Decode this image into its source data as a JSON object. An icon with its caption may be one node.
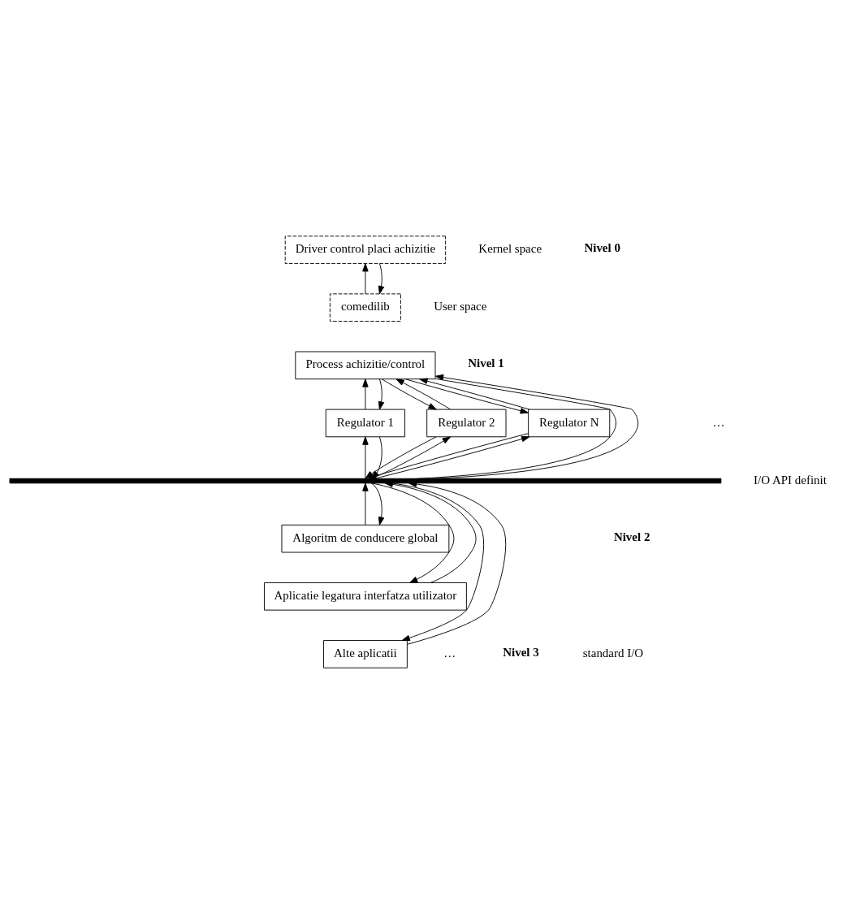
{
  "diagram": {
    "nodes": [
      {
        "text": [
          "Driver control placi achizitie"
        ]
      },
      {
        "text": [
          "comedilib"
        ]
      },
      {
        "text": [
          "Process achizitie/control"
        ]
      },
      {
        "text": [
          "Regulator 1"
        ]
      },
      {
        "text": [
          "Regulator 2"
        ]
      },
      {
        "text": [
          "Regulator N"
        ]
      },
      {
        "text": [],
        "shape": "bar"
      },
      {
        "text": [
          "Algoritm de conducere global"
        ]
      },
      {
        "text": [
          "Aplicatie legatura interfatza utilizator"
        ]
      },
      {
        "text": [
          "Alte aplicatii"
        ]
      }
    ],
    "edges": [
      {
        "from": 1,
        "to": 0,
        "arrow": "to"
      },
      {
        "from": 0,
        "to": 1,
        "arrow": "to"
      },
      {
        "from": 3,
        "to": 2,
        "arrow": "to"
      },
      {
        "from": 2,
        "to": 3,
        "arrow": "to"
      },
      {
        "from": 4,
        "to": 2,
        "arrow": "to"
      },
      {
        "from": 2,
        "to": 4,
        "arrow": "to"
      },
      {
        "from": 6,
        "to": 2,
        "arrow": "to"
      },
      {
        "from": 2,
        "to": 6,
        "arrow": "none"
      },
      {
        "from": 5,
        "to": 2,
        "arrow": "to"
      },
      {
        "from": 2,
        "to": 5,
        "arrow": "to"
      },
      {
        "from": 6,
        "to": 3,
        "arrow": "to"
      },
      {
        "from": 3,
        "to": 6,
        "arrow": "to"
      },
      {
        "from": 6,
        "to": 4,
        "arrow": "to"
      },
      {
        "from": 4,
        "to": 6,
        "arrow": "to"
      },
      {
        "from": 6,
        "to": 5,
        "arrow": "to"
      },
      {
        "from": 5,
        "to": 6,
        "arrow": "to"
      },
      {
        "from": 7,
        "to": 6,
        "arrow": "to"
      },
      {
        "from": 6,
        "to": 7,
        "arrow": "to"
      },
      {
        "from": 8,
        "to": 6,
        "arrow": "to"
      },
      {
        "from": 6,
        "to": 8,
        "arrow": "to"
      },
      {
        "from": 9,
        "to": 6,
        "arrow": "to"
      },
      {
        "from": 6,
        "to": 9,
        "arrow": "to"
      }
    ],
    "labels": [
      "Kernel space",
      "Nivel 0",
      "User space",
      "Nivel 1",
      "…",
      "I/O API definit",
      "Nivel 2",
      "…",
      "Nivel 3"
    ],
    "legend": [
      {
        "text": "standard I/O"
      }
    ]
  }
}
